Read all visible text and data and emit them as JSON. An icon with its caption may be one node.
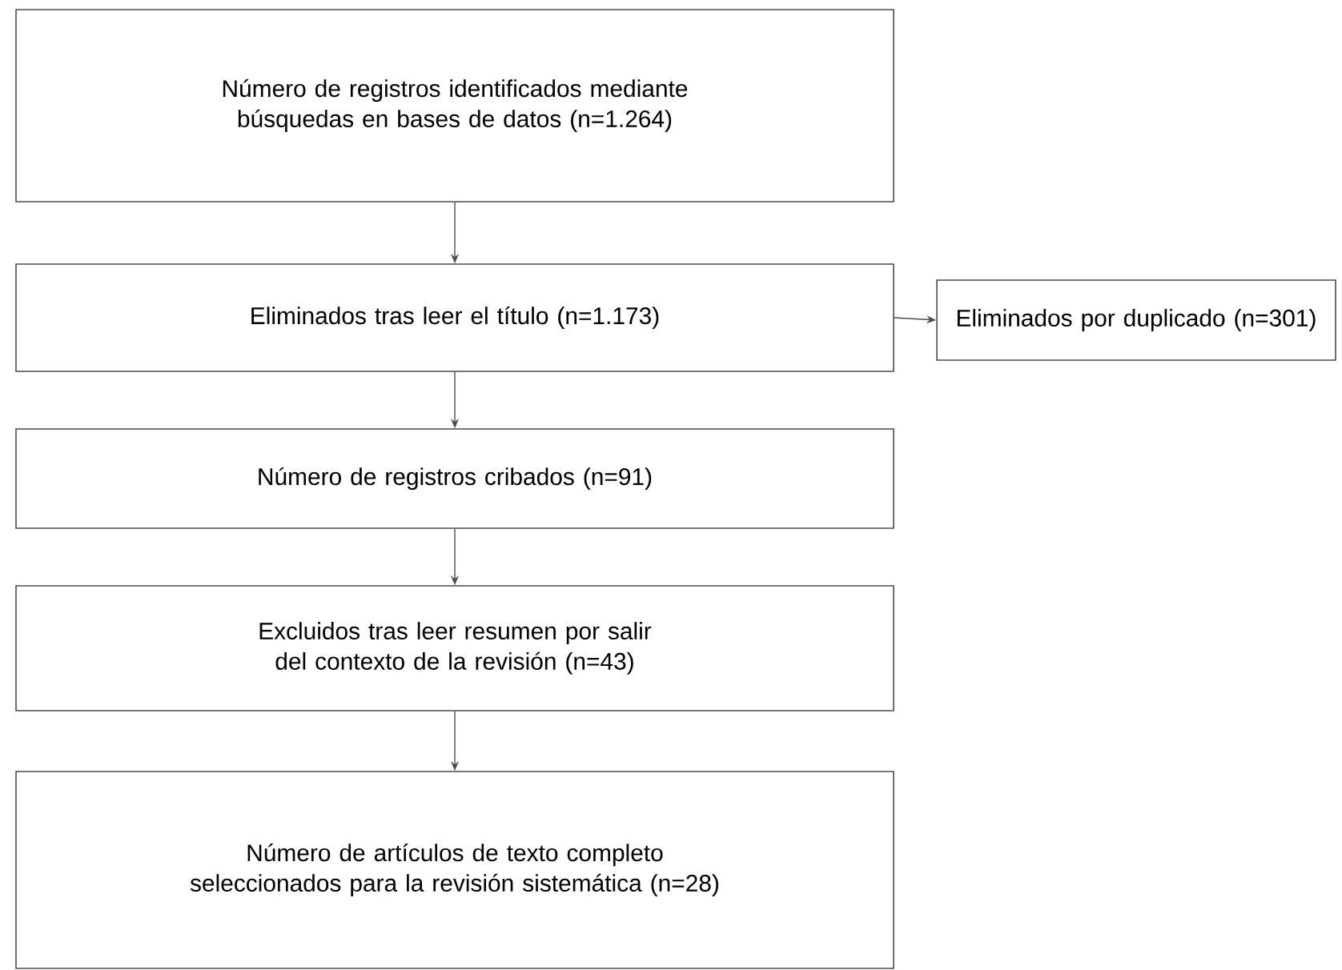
{
  "diagram": {
    "nodes": [
      {
        "text": [
          "Número de registros identificados mediante búsquedas en bases de datos (n=1.264)"
        ]
      },
      {
        "text": [
          "Eliminados tras leer el título (n=1.173)"
        ]
      },
      {
        "text": [
          "Eliminados por duplicado (n=301)"
        ]
      },
      {
        "text": [
          "Número de registros cribados (n=91)"
        ]
      },
      {
        "text": [
          "Excluidos tras leer resumen por salir del contexto de la revisión (n=43)"
        ]
      },
      {
        "text": [
          "Número de artículos de texto completo seleccionados para la revisión sistemática (n=28)"
        ]
      }
    ],
    "edges": [
      {
        "from": 0,
        "to": 1,
        "arrow": "to"
      },
      {
        "from": 1,
        "to": 2,
        "arrow": "to"
      },
      {
        "from": 1,
        "to": 3,
        "arrow": "to"
      },
      {
        "from": 3,
        "to": 4,
        "arrow": "to"
      },
      {
        "from": 4,
        "to": 5,
        "arrow": "to"
      }
    ]
  }
}
